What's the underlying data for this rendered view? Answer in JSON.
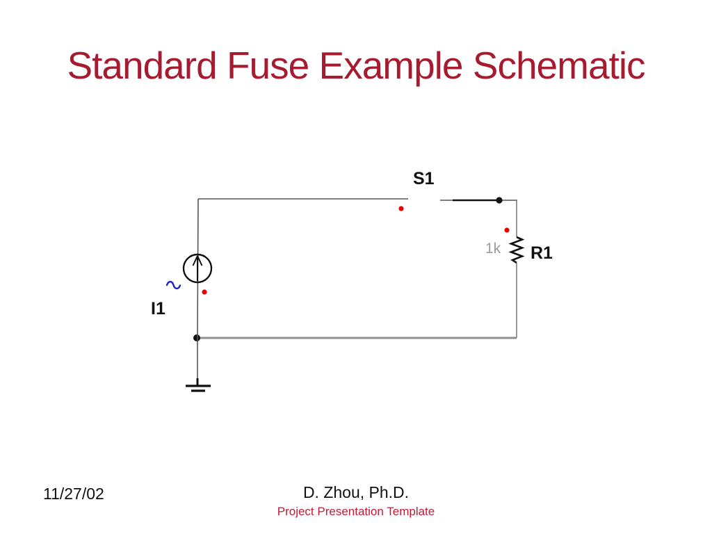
{
  "slide": {
    "title": "Standard Fuse Example Schematic",
    "footer": {
      "date": "11/27/02",
      "author": "D. Zhou, Ph.D.",
      "template_name": "Project Presentation Template"
    }
  },
  "schematic": {
    "current_source_label": "I1",
    "switch_label": "S1",
    "resistor_label": "R1",
    "resistor_value": "1k"
  },
  "colors": {
    "title": "#a51c30",
    "footer_accent": "#c01a35",
    "wire_gray": "#7f7f7f",
    "component_black": "#111111",
    "pin_dot_red": "#ee0000",
    "ac_squiggle_blue": "#2222cc",
    "value_gray": "#9b9b9b"
  }
}
